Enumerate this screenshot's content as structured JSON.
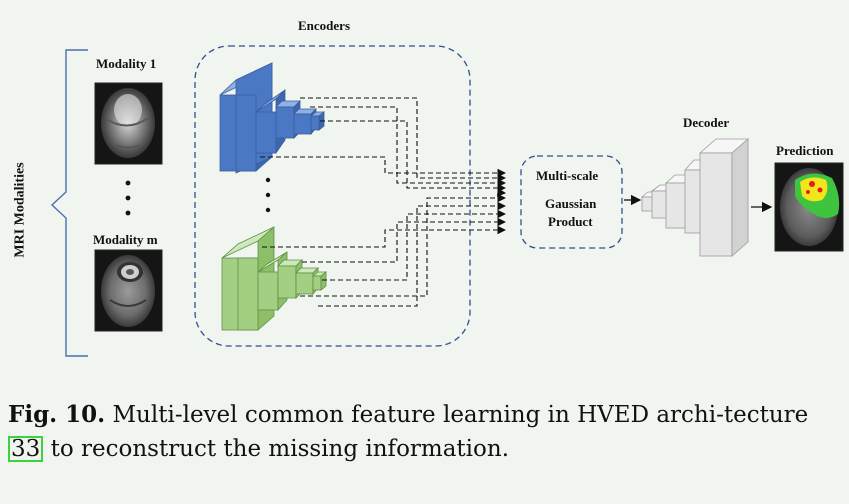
{
  "figure": {
    "encoders_label": "Encoders",
    "mri_modalities_label": "MRI Modalities",
    "modality_top_label": "Modality 1",
    "modality_bottom_label": "Modality m",
    "fusion_label_1": "Multi-scale",
    "fusion_label_2": "Gaussian",
    "fusion_label_3": "Product",
    "decoder_label": "Decoder",
    "prediction_label": "Prediction",
    "colors": {
      "encoder_blue": "#4a78c4",
      "encoder_green": "#a3cf82",
      "decoder_gray": "#e6e6e6",
      "dashed_border": "#2f4f8f",
      "brace": "#4a6fb0",
      "tumor_green": "#3ec43e",
      "tumor_yellow": "#f2e51b",
      "tumor_red": "#e02020"
    }
  },
  "caption": {
    "label": "Fig. 10.",
    "text_before_cite": "Multi-level common feature learning in HVED archi-tecture",
    "cite": "33",
    "text_after_cite": "to reconstruct the missing information."
  }
}
